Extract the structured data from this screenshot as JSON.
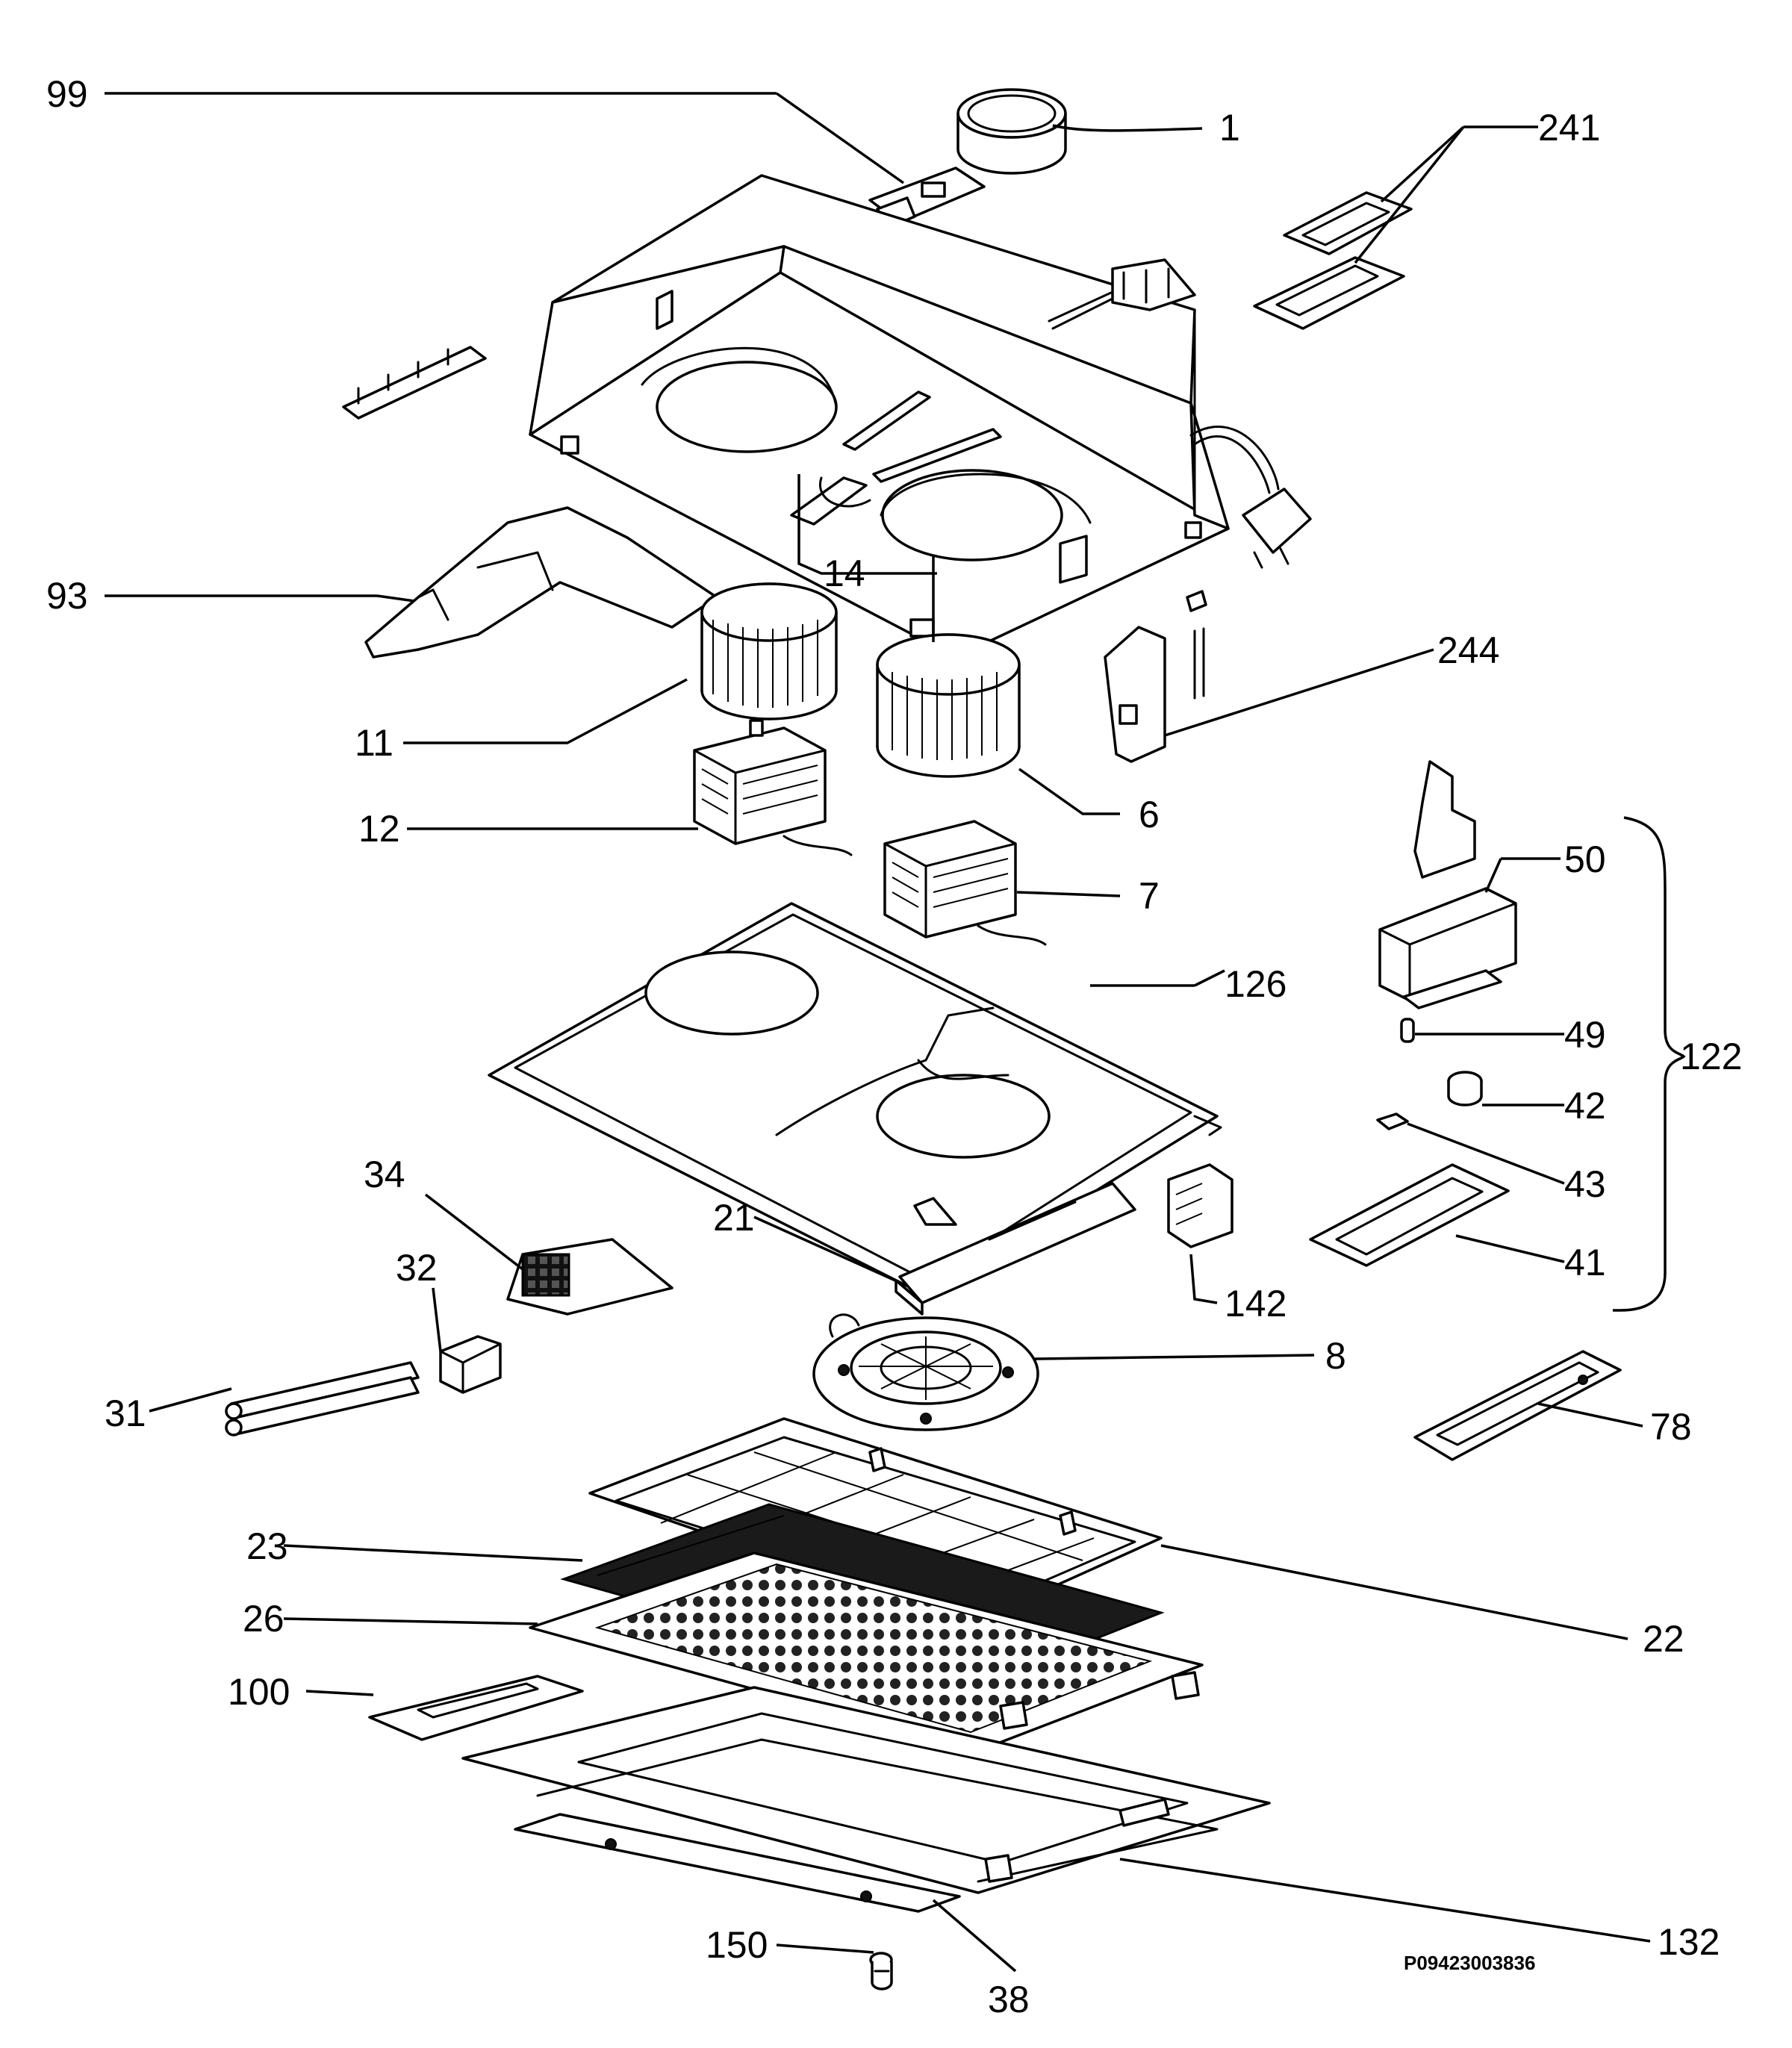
{
  "callouts": [
    {
      "id": "99",
      "text": "99"
    },
    {
      "id": "1",
      "text": "1"
    },
    {
      "id": "241",
      "text": "241"
    },
    {
      "id": "93",
      "text": "93"
    },
    {
      "id": "14",
      "text": "14"
    },
    {
      "id": "244",
      "text": "244"
    },
    {
      "id": "11",
      "text": "11"
    },
    {
      "id": "6",
      "text": "6"
    },
    {
      "id": "12",
      "text": "12"
    },
    {
      "id": "7",
      "text": "7"
    },
    {
      "id": "50",
      "text": "50"
    },
    {
      "id": "126",
      "text": "126"
    },
    {
      "id": "49",
      "text": "49"
    },
    {
      "id": "122",
      "text": "122"
    },
    {
      "id": "42",
      "text": "42"
    },
    {
      "id": "43",
      "text": "43"
    },
    {
      "id": "34",
      "text": "34"
    },
    {
      "id": "21",
      "text": "21"
    },
    {
      "id": "41",
      "text": "41"
    },
    {
      "id": "32",
      "text": "32"
    },
    {
      "id": "142",
      "text": "142"
    },
    {
      "id": "8",
      "text": "8"
    },
    {
      "id": "31",
      "text": "31"
    },
    {
      "id": "78",
      "text": "78"
    },
    {
      "id": "23",
      "text": "23"
    },
    {
      "id": "22",
      "text": "22"
    },
    {
      "id": "26",
      "text": "26"
    },
    {
      "id": "100",
      "text": "100"
    },
    {
      "id": "132",
      "text": "132"
    },
    {
      "id": "150",
      "text": "150"
    },
    {
      "id": "38",
      "text": "38"
    }
  ],
  "drawing_code": "P09423003836"
}
